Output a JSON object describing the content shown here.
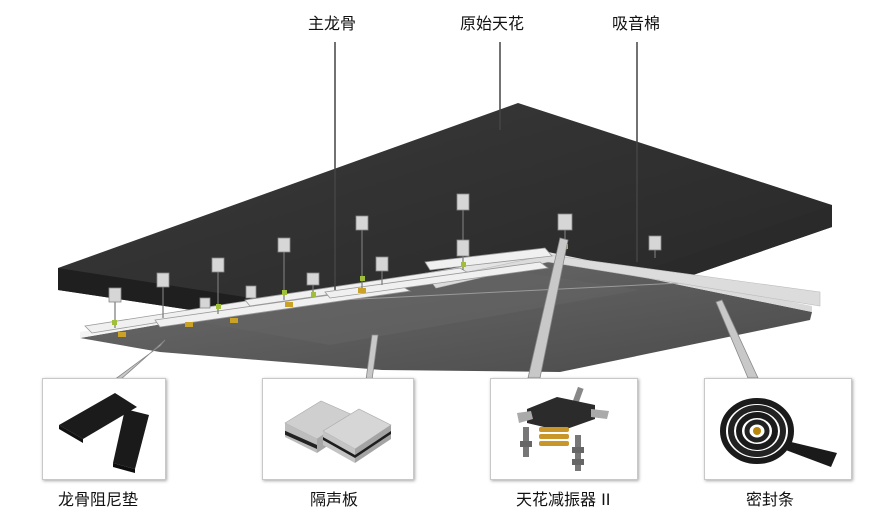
{
  "labels": {
    "main_keel": "主龙骨",
    "original_ceiling": "原始天花",
    "acoustic_wool": "吸音棉",
    "keel_damping_pad": "龙骨阻尼垫",
    "sound_insulation_board": "隔声板",
    "ceiling_damper": "天花减振器 II",
    "sealing_strip": "密封条"
  },
  "colors": {
    "slab": "#2f2f2f",
    "board_top": "#e9e9e9",
    "board_underside": "#5a5a5a",
    "pointer_line": "#444444"
  }
}
